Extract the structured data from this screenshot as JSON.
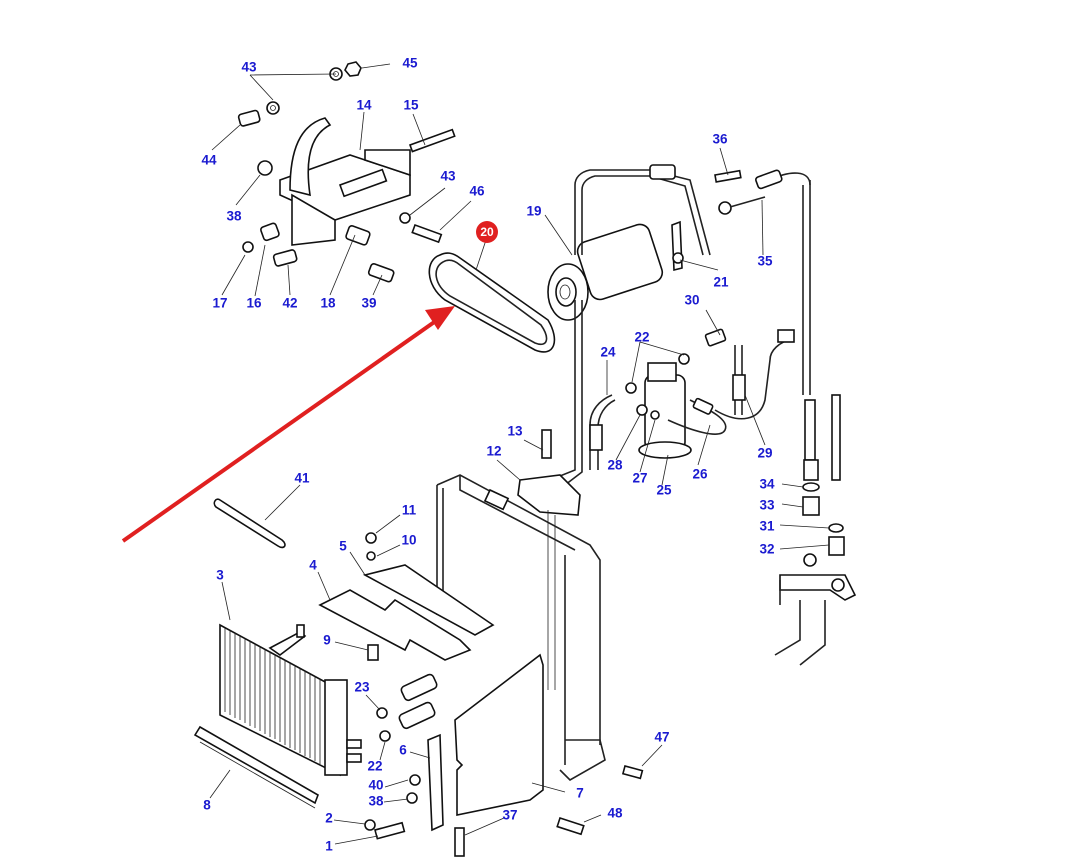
{
  "diagram": {
    "title": "Air conditioning compressor, condenser and drive belt assembly (exploded parts view)",
    "highlight": {
      "part": "20",
      "color": "#e02020",
      "description": "Drive belt",
      "arrow_color": "#e02020"
    },
    "label_color": "#1a1ad0",
    "labels": [
      {
        "id": "43a",
        "text": "43"
      },
      {
        "id": "45",
        "text": "45"
      },
      {
        "id": "14",
        "text": "14"
      },
      {
        "id": "15",
        "text": "15"
      },
      {
        "id": "44",
        "text": "44"
      },
      {
        "id": "43b",
        "text": "43"
      },
      {
        "id": "46",
        "text": "46"
      },
      {
        "id": "38a",
        "text": "38"
      },
      {
        "id": "17",
        "text": "17"
      },
      {
        "id": "16",
        "text": "16"
      },
      {
        "id": "42",
        "text": "42"
      },
      {
        "id": "18",
        "text": "18"
      },
      {
        "id": "39",
        "text": "39"
      },
      {
        "id": "36",
        "text": "36"
      },
      {
        "id": "19",
        "text": "19"
      },
      {
        "id": "21",
        "text": "21"
      },
      {
        "id": "35",
        "text": "35"
      },
      {
        "id": "30",
        "text": "30"
      },
      {
        "id": "22a",
        "text": "22"
      },
      {
        "id": "24",
        "text": "24"
      },
      {
        "id": "13",
        "text": "13"
      },
      {
        "id": "12",
        "text": "12"
      },
      {
        "id": "28",
        "text": "28"
      },
      {
        "id": "27",
        "text": "27"
      },
      {
        "id": "25",
        "text": "25"
      },
      {
        "id": "26",
        "text": "26"
      },
      {
        "id": "29",
        "text": "29"
      },
      {
        "id": "34",
        "text": "34"
      },
      {
        "id": "33",
        "text": "33"
      },
      {
        "id": "31",
        "text": "31"
      },
      {
        "id": "32",
        "text": "32"
      },
      {
        "id": "41",
        "text": "41"
      },
      {
        "id": "11",
        "text": "11"
      },
      {
        "id": "10",
        "text": "10"
      },
      {
        "id": "5",
        "text": "5"
      },
      {
        "id": "4",
        "text": "4"
      },
      {
        "id": "3",
        "text": "3"
      },
      {
        "id": "9",
        "text": "9"
      },
      {
        "id": "23",
        "text": "23"
      },
      {
        "id": "22b",
        "text": "22"
      },
      {
        "id": "6",
        "text": "6"
      },
      {
        "id": "40",
        "text": "40"
      },
      {
        "id": "38b",
        "text": "38"
      },
      {
        "id": "8",
        "text": "8"
      },
      {
        "id": "2",
        "text": "2"
      },
      {
        "id": "1",
        "text": "1"
      },
      {
        "id": "7",
        "text": "7"
      },
      {
        "id": "37",
        "text": "37"
      },
      {
        "id": "48",
        "text": "48"
      },
      {
        "id": "47",
        "text": "47"
      }
    ],
    "highlighted_label": "20"
  }
}
